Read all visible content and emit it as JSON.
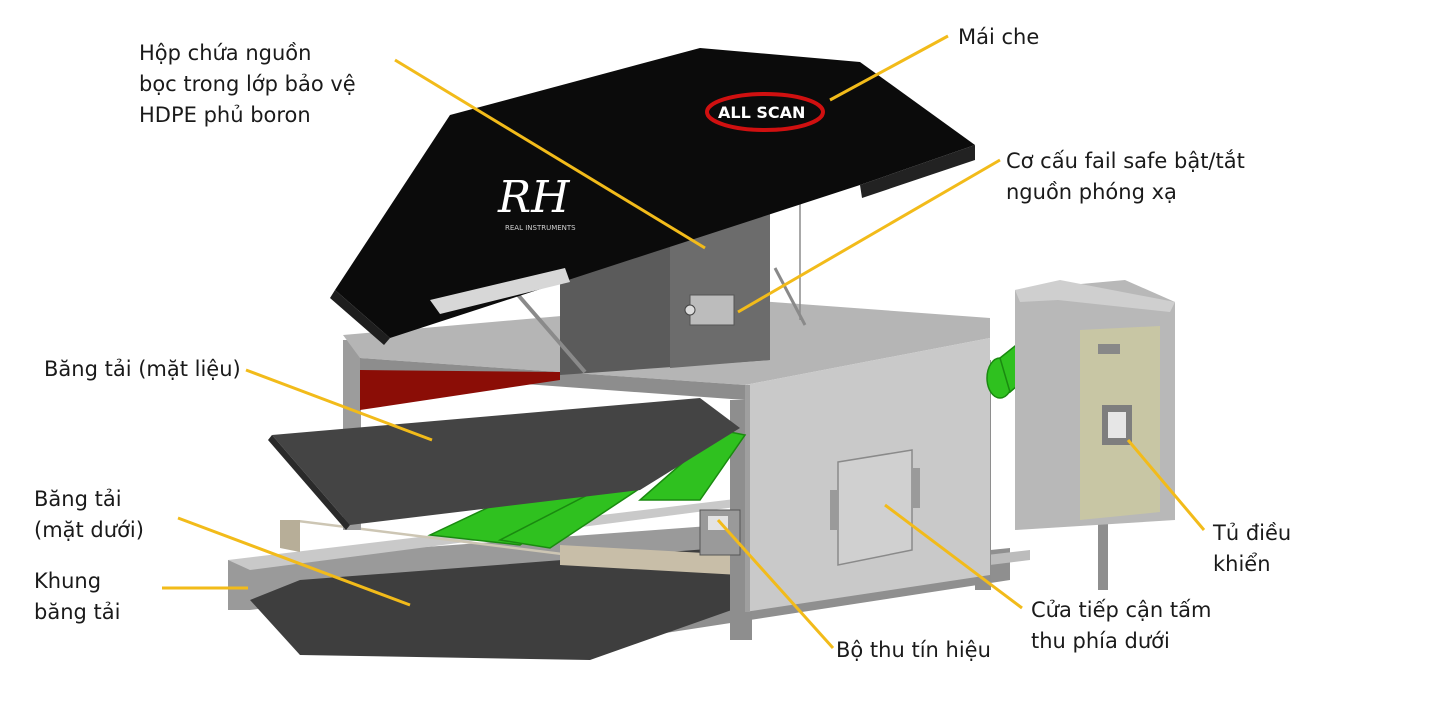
{
  "colors": {
    "leader_line": "#f2bb1a",
    "canopy": "#0b0b0b",
    "frame": "#a7a7a7",
    "belt": "#3b3b3b",
    "roller": "#2fc11f",
    "cabinet": "#bdbdbd",
    "cabinet_door": "#c8c6a4",
    "red_panel": "#8b0d06"
  },
  "canopy_text": {
    "rh_logo": "RH",
    "rh_sub": "REAL INSTRUMENTS",
    "allscan_logo": "ALL SCAN"
  },
  "labels": {
    "source_box": [
      "Hộp chứa nguồn",
      "bọc trong lớp bảo vệ",
      "HDPE phủ boron"
    ],
    "canopy": [
      "Mái che"
    ],
    "failsafe": [
      "Cơ cấu fail safe bật/tắt",
      "nguồn phóng xạ"
    ],
    "belt_top": [
      "Băng tải (mặt liệu)"
    ],
    "belt_bottom": [
      "Băng tải",
      "(mặt dưới)"
    ],
    "frame": [
      "Khung",
      "băng tải"
    ],
    "control_cabinet": [
      "Tủ điều",
      "khiển"
    ],
    "access_door": [
      "Cửa tiếp cận tấm",
      "thu phía dưới"
    ],
    "receiver": [
      "Bộ thu tín hiệu"
    ]
  }
}
